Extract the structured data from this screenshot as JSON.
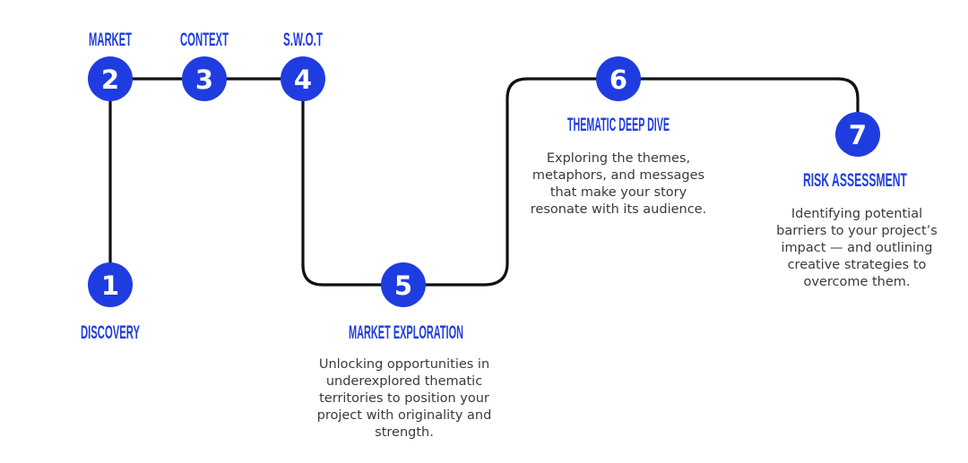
{
  "colors": {
    "accent": "#1f3ce0",
    "line": "#111111",
    "number": "#ffffff",
    "text": "#3a3a3a"
  },
  "steps": [
    {
      "number": "1",
      "title": "DISCOVERY"
    },
    {
      "number": "2",
      "title": "MARKET"
    },
    {
      "number": "3",
      "title": "CONTEXT"
    },
    {
      "number": "4",
      "title": "S.W.O.T"
    },
    {
      "number": "5",
      "title": "MARKET EXPLORATION",
      "description": "Unlocking opportunities in underexplored thematic territories to position your project with originality and strength."
    },
    {
      "number": "6",
      "title": "THEMATIC DEEP DIVE",
      "description": "Exploring the themes, metaphors, and messages that make your story resonate with its audience."
    },
    {
      "number": "7",
      "title": "RISK ASSESSMENT",
      "description": "Identifying potential barriers to your project’s impact — and outlining creative strategies to overcome them."
    }
  ]
}
